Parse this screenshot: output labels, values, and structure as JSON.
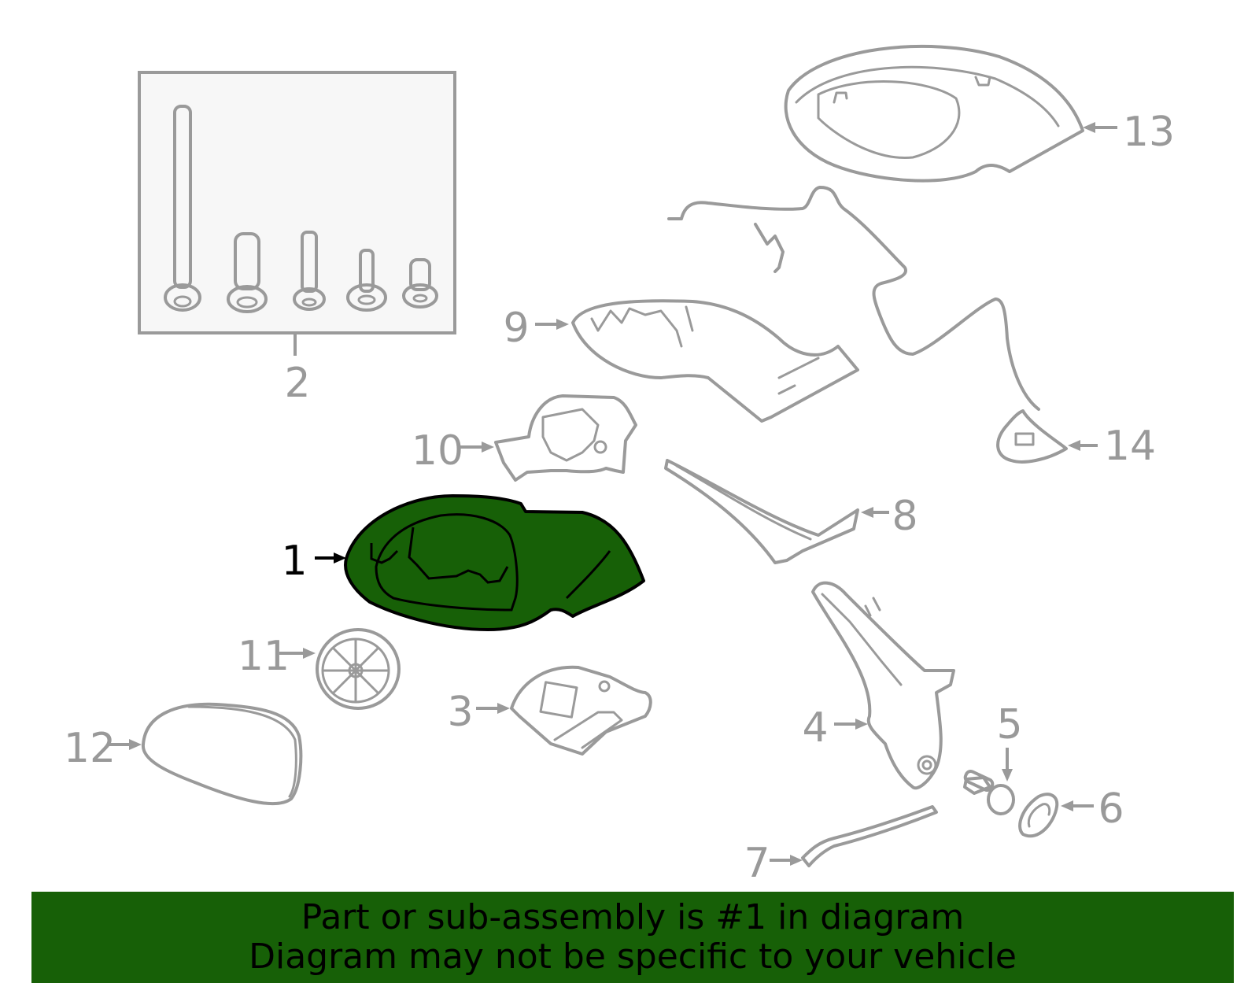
{
  "diagram": {
    "callouts": [
      "1",
      "2",
      "3",
      "4",
      "5",
      "6",
      "7",
      "8",
      "9",
      "10",
      "11",
      "12",
      "13",
      "14"
    ],
    "highlighted_part": "1",
    "highlight_color": "#176007",
    "part_line_color": "#9a9a9a"
  },
  "banner": {
    "line1": "Part or sub-assembly is #1 in diagram",
    "line2": "Diagram may not be specific to your vehicle",
    "background": "#176007"
  }
}
